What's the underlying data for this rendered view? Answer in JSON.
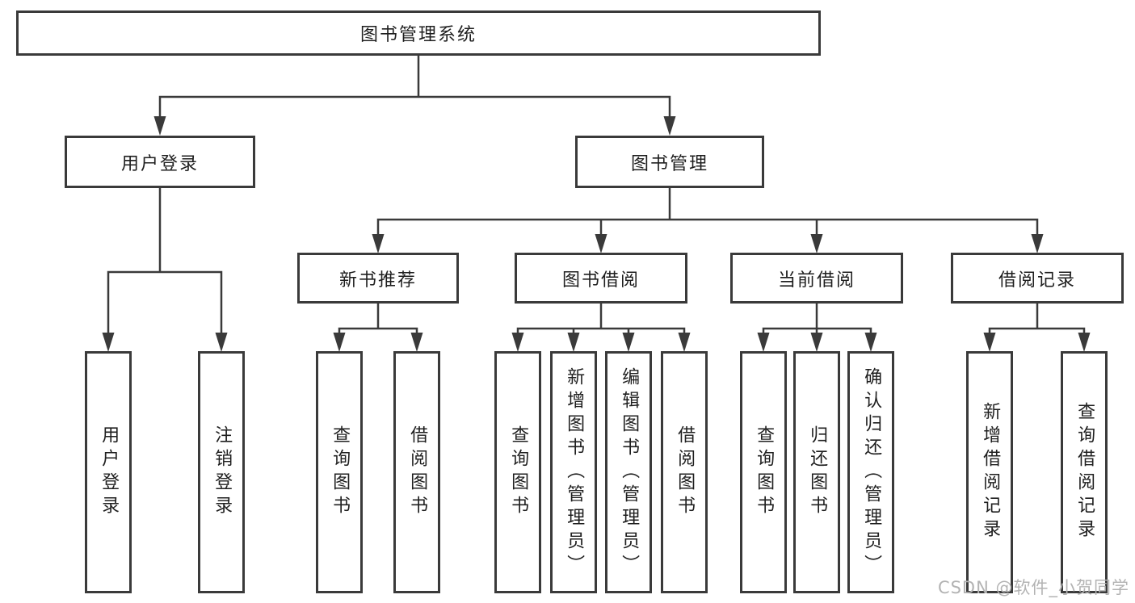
{
  "diagram": {
    "tree": {
      "root": {
        "label": "图书管理系统"
      },
      "branches": [
        {
          "label": "用户登录",
          "children": [
            {
              "label": "用户登录"
            },
            {
              "label": "注销登录"
            }
          ]
        },
        {
          "label": "图书管理",
          "children": [
            {
              "label": "新书推荐",
              "children": [
                {
                  "label": "查询图书"
                },
                {
                  "label": "借阅图书"
                }
              ]
            },
            {
              "label": "图书借阅",
              "children": [
                {
                  "label": "查询图书"
                },
                {
                  "label": "新增图书（管理员）"
                },
                {
                  "label": "编辑图书（管理员）"
                },
                {
                  "label": "借阅图书"
                }
              ]
            },
            {
              "label": "当前借阅",
              "children": [
                {
                  "label": "查询图书"
                },
                {
                  "label": "归还图书"
                },
                {
                  "label": "确认归还（管理员）"
                }
              ]
            },
            {
              "label": "借阅记录",
              "children": [
                {
                  "label": "新增借阅记录"
                },
                {
                  "label": "查询借阅记录"
                }
              ]
            }
          ]
        }
      ]
    },
    "watermark": "CSDN @软件_小贺同学",
    "colors": {
      "line": "#3a3a3a",
      "text": "#1f1f1f",
      "background": "#ffffff",
      "watermark": "#b3b3b3"
    }
  }
}
